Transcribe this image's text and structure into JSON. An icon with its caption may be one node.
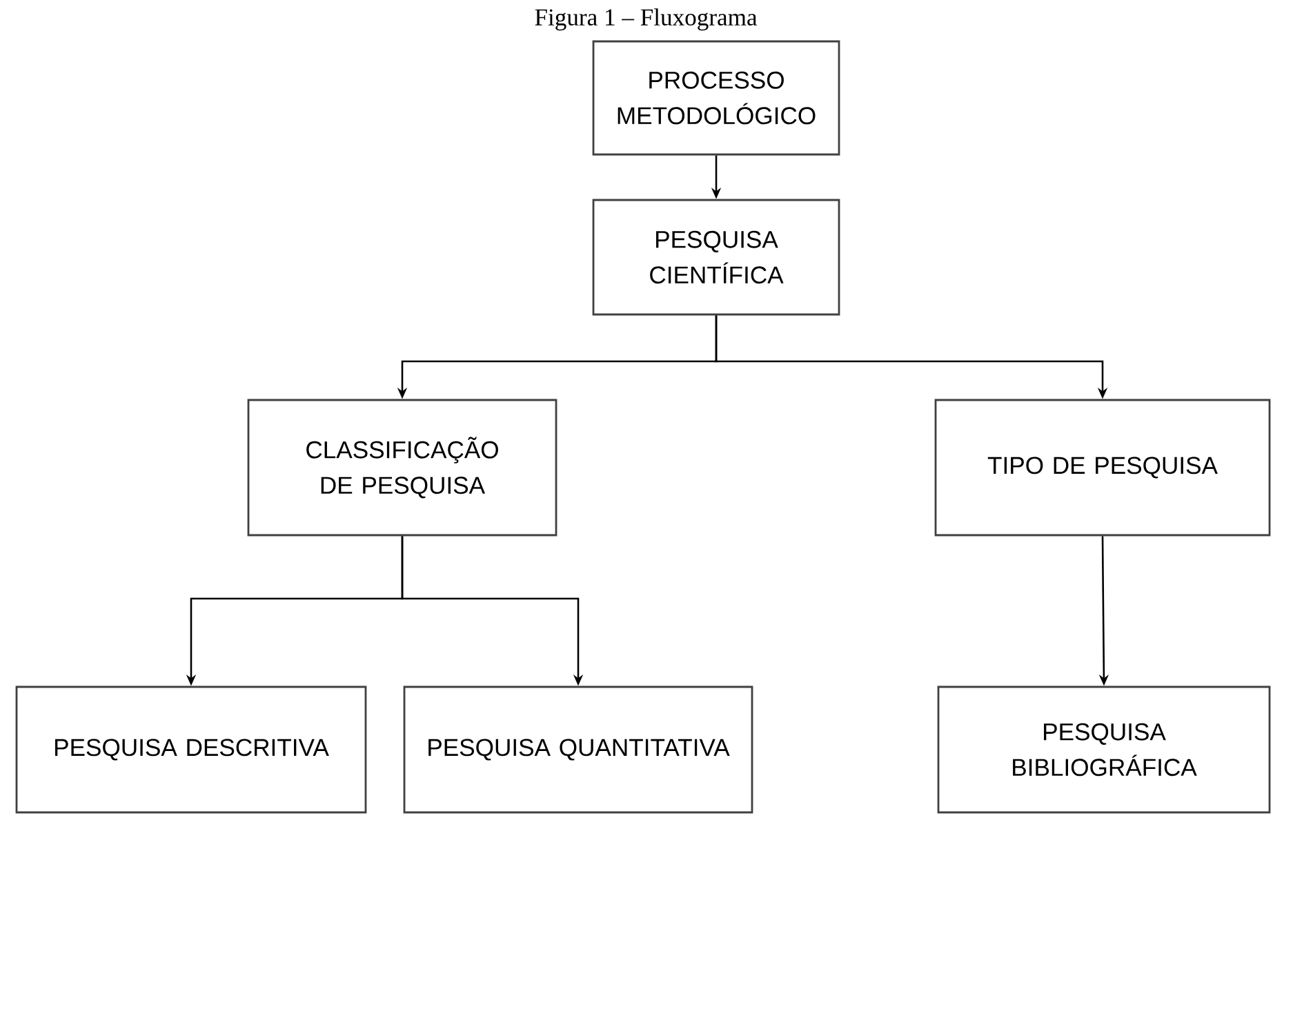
{
  "diagram": {
    "title": "Figura 1 – Fluxograma",
    "nodes": [
      {
        "text": [
          "PROCESSO METODOLÓGICO"
        ]
      },
      {
        "text": [
          "PESQUISA CIENTÍFICA"
        ]
      },
      {
        "text": [
          "CLASSIFICAÇÃO DE PESQUISA"
        ]
      },
      {
        "text": [
          "TIPO DE PESQUISA"
        ]
      },
      {
        "text": [
          "PESQUISA DESCRITIVA"
        ]
      },
      {
        "text": [
          "PESQUISA QUANTITATIVA"
        ]
      },
      {
        "text": [
          "PESQUISA BIBLIOGRÁFICA"
        ]
      }
    ],
    "edges": [
      {
        "from": 0,
        "to": 1,
        "arrow": "to"
      },
      {
        "from": 1,
        "to": 2,
        "arrow": "to"
      },
      {
        "from": 1,
        "to": 3,
        "arrow": "to"
      },
      {
        "from": 2,
        "to": 4,
        "arrow": "to"
      },
      {
        "from": 2,
        "to": 5,
        "arrow": "to"
      },
      {
        "from": 3,
        "to": 6,
        "arrow": "to"
      }
    ]
  }
}
